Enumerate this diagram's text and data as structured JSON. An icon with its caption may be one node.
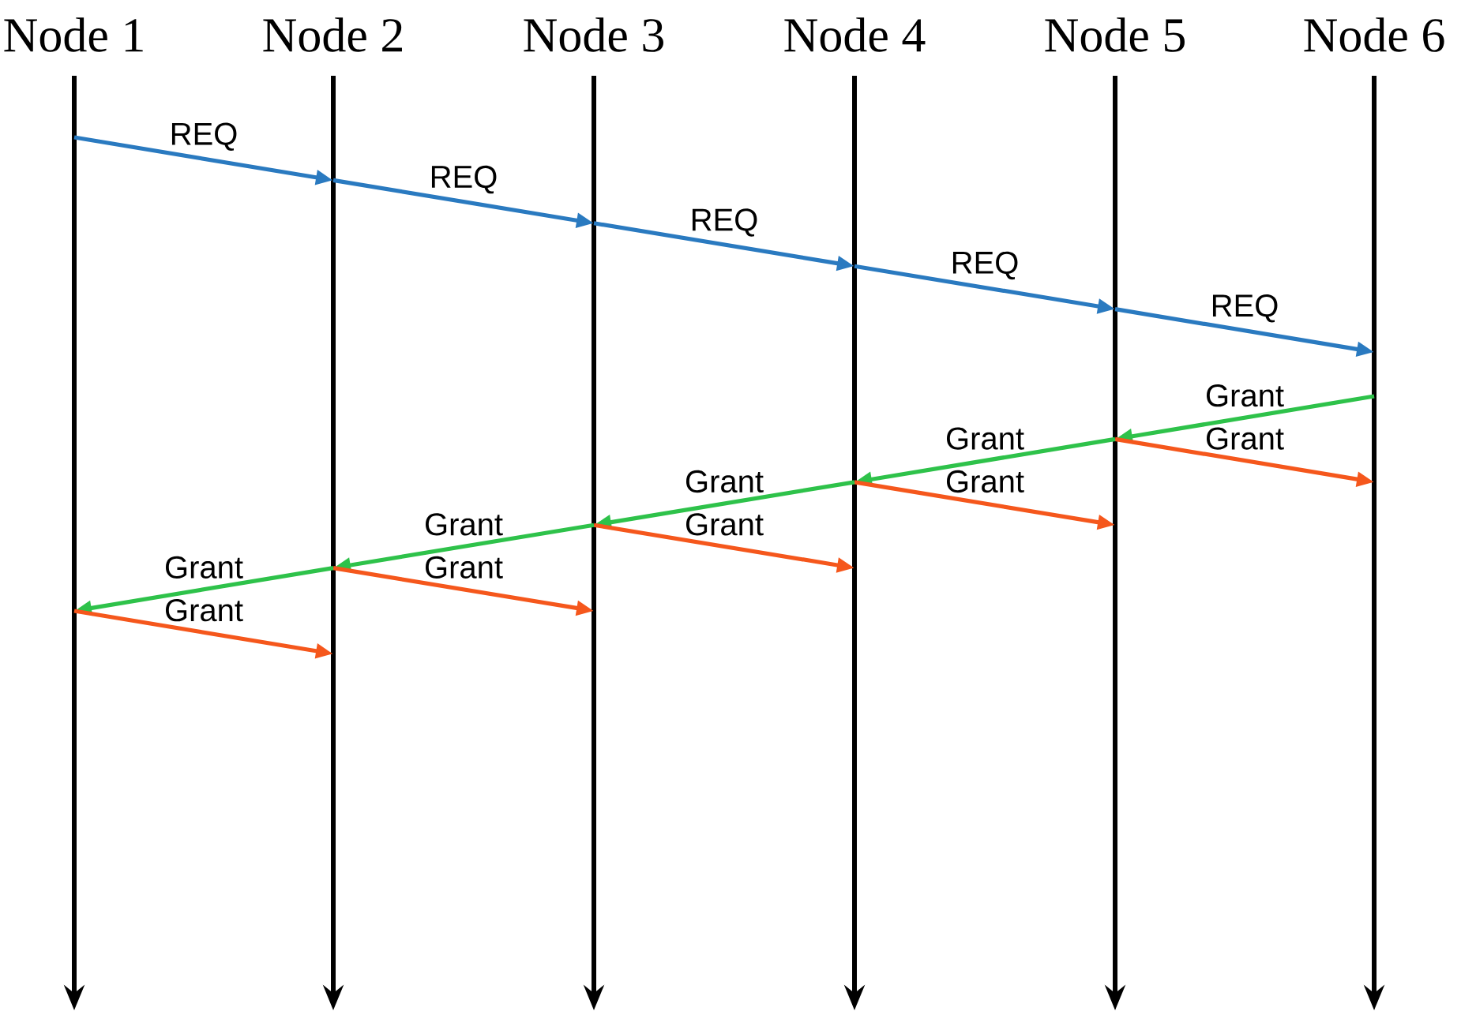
{
  "diagram": {
    "nodes": [
      {
        "text": [
          "Node 1"
        ]
      },
      {
        "text": [
          "Node 2"
        ]
      },
      {
        "text": [
          "Node 3"
        ]
      },
      {
        "text": [
          "Node 4"
        ]
      },
      {
        "text": [
          "Node 5"
        ]
      },
      {
        "text": [
          "Node 6"
        ]
      }
    ],
    "edges": [
      {
        "from": 0,
        "to": 1,
        "arrow": "to",
        "label": "REQ",
        "color": "#2a7ac0"
      },
      {
        "from": 1,
        "to": 2,
        "arrow": "to",
        "label": "REQ",
        "color": "#2a7ac0"
      },
      {
        "from": 2,
        "to": 3,
        "arrow": "to",
        "label": "REQ",
        "color": "#2a7ac0"
      },
      {
        "from": 3,
        "to": 4,
        "arrow": "to",
        "label": "REQ",
        "color": "#2a7ac0"
      },
      {
        "from": 4,
        "to": 5,
        "arrow": "to",
        "label": "REQ",
        "color": "#2a7ac0"
      },
      {
        "from": 5,
        "to": 4,
        "arrow": "to",
        "label": "Grant",
        "color": "#2ec24a"
      },
      {
        "from": 4,
        "to": 5,
        "arrow": "to",
        "label": "Grant",
        "color": "#f5571c"
      },
      {
        "from": 4,
        "to": 3,
        "arrow": "to",
        "label": "Grant",
        "color": "#2ec24a"
      },
      {
        "from": 3,
        "to": 4,
        "arrow": "to",
        "label": "Grant",
        "color": "#f5571c"
      },
      {
        "from": 3,
        "to": 2,
        "arrow": "to",
        "label": "Grant",
        "color": "#2ec24a"
      },
      {
        "from": 2,
        "to": 3,
        "arrow": "to",
        "label": "Grant",
        "color": "#f5571c"
      },
      {
        "from": 2,
        "to": 1,
        "arrow": "to",
        "label": "Grant",
        "color": "#2ec24a"
      },
      {
        "from": 1,
        "to": 2,
        "arrow": "to",
        "label": "Grant",
        "color": "#f5571c"
      },
      {
        "from": 1,
        "to": 0,
        "arrow": "to",
        "label": "Grant",
        "color": "#2ec24a"
      },
      {
        "from": 0,
        "to": 1,
        "arrow": "to",
        "label": "Grant",
        "color": "#f5571c"
      }
    ]
  }
}
